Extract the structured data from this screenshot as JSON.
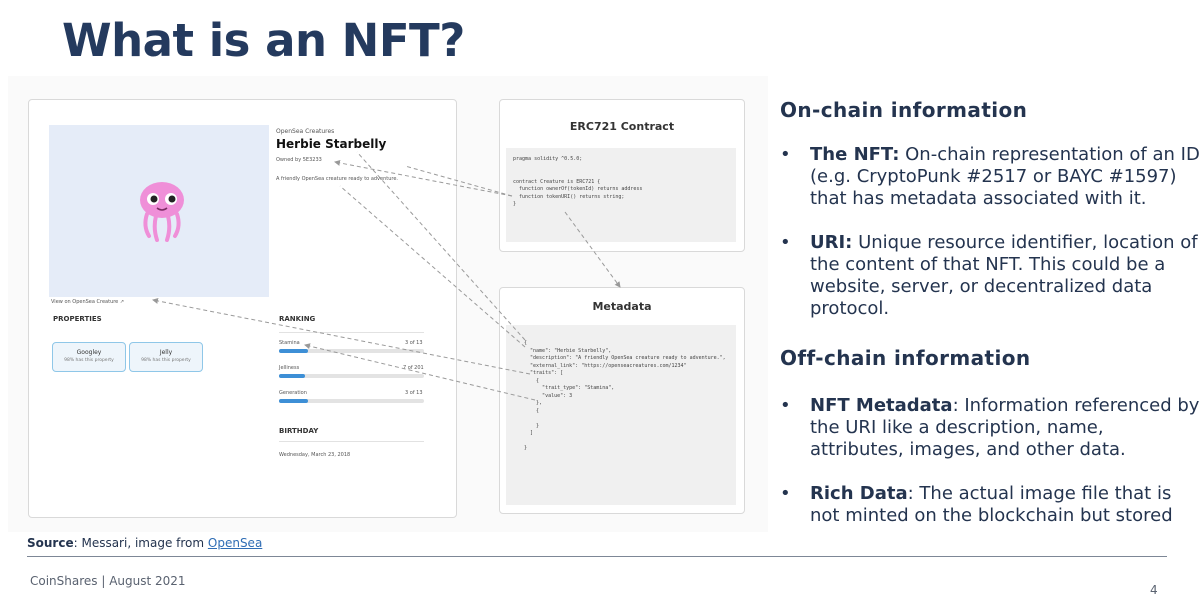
{
  "title": "What is an NFT?",
  "figure": {
    "opensea": {
      "collection": "OpenSea Creatures",
      "name": "Herbie Starbelly",
      "owned_by": "Owned by 5E3233",
      "description": "A friendly OpenSea creature ready to adventure.",
      "view_link": "View on OpenSea Creature ↗",
      "properties_heading": "PROPERTIES",
      "properties": [
        {
          "name": "Googley",
          "sub": "98% has this property"
        },
        {
          "name": "Jelly",
          "sub": "98% has this property"
        }
      ],
      "ranking_heading": "RANKING",
      "rankings": [
        {
          "label": "Stamina",
          "value": "3 of 13",
          "fill": 0.2
        },
        {
          "label": "Jelliness",
          "value": "7 of 201",
          "fill": 0.18
        },
        {
          "label": "Generation",
          "value": "3 of 13",
          "fill": 0.2
        }
      ],
      "birthday_heading": "BIRTHDAY",
      "birthday": "Wednesday, March 23, 2018"
    },
    "erc721": {
      "title": "ERC721 Contract",
      "code": "pragma solidity ^0.5.0;\n\n\ncontract Creature is ERC721 {\n  function ownerOf(tokenId) returns address\n  function tokenURI() returns string;\n}"
    },
    "metadata": {
      "title": "Metadata",
      "code": "{\n  \"name\": \"Herbie Starbelly\",\n  \"description\": \"A friendly OpenSea creature ready to adventure.\",\n  \"external_link\": \"https://openseacreatures.com/1234\"\n  \"traits\": [\n    {\n      \"trait_type\": \"Stamina\",\n      \"value\": 3\n    },\n    {\n\n    }\n  ]\n\n}"
    }
  },
  "onchain": {
    "heading": "On-chain information",
    "bullets": [
      {
        "term": "The NFT:",
        "text": " On-chain representation of an ID (e.g. CryptoPunk #2517 or BAYC #1597) that has metadata associated with it."
      },
      {
        "term": "URI:",
        "text": " Unique resource identifier, location of the content of that NFT. This could be a website, server, or decentralized data protocol."
      }
    ]
  },
  "offchain": {
    "heading": "Off-chain information",
    "bullets": [
      {
        "term": "NFT Metadata",
        "text": ": Information referenced by the URI like a description, name, attributes, images, and other data."
      },
      {
        "term": "Rich Data",
        "text": ": The actual image file that is not minted on the blockchain but stored"
      }
    ]
  },
  "source": {
    "label": "Source",
    "text": ": Messari, image from ",
    "link": "OpenSea"
  },
  "footer": "CoinShares | August 2021",
  "page_number": "4",
  "colors": {
    "heading": "#243a5e",
    "text": "#24344f",
    "link": "#2f6db5",
    "bar": "#3d8fd6"
  }
}
